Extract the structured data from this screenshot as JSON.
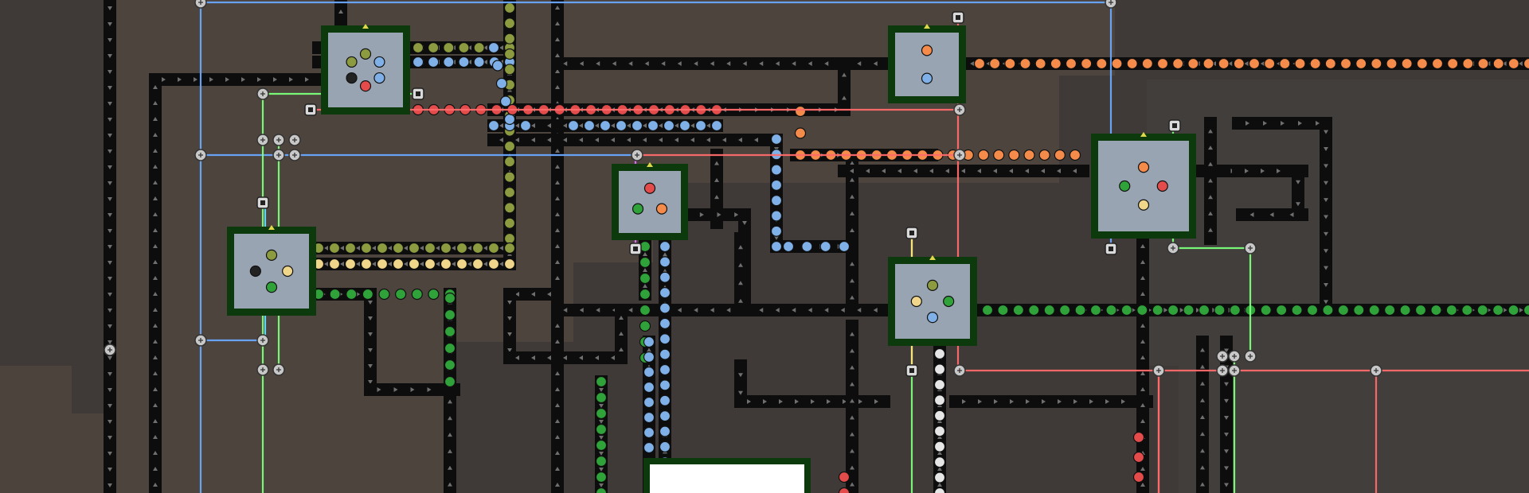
{
  "game": {
    "view": "factory-belt-layout",
    "colors": {
      "background": "#3f3a37",
      "ground_light": "#4a423d",
      "ground_dark": "#5a4c44",
      "belt": "#0d0d0d",
      "belt_arrow": "#6f6f6f",
      "machine_frame": "#0c3a0c",
      "machine_panel": "#98a4b2",
      "wire_blue": "#6aa8ff",
      "wire_red": "#ff6b6b",
      "wire_green": "#7cff7c",
      "wire_yellow": "#ffe27a",
      "wire_magenta": "#e66bff",
      "wire_cyan": "#62dcff",
      "item_blue": "#7fb1e8",
      "item_orange": "#f58b4a",
      "item_yellow": "#f0d68a",
      "item_green": "#2fa23a",
      "item_olive": "#8c9b40",
      "item_white": "#e6e6e6",
      "item_red": "#e44b4b"
    },
    "machines": [
      {
        "id": "machine-1",
        "items": [
          "olive-gear",
          "blue-drop",
          "blue-drop",
          "red-flask",
          "dark-orb",
          "olive-gear"
        ]
      },
      {
        "id": "machine-2",
        "items": [
          "orange-wrench",
          "blue-drop"
        ]
      },
      {
        "id": "machine-3",
        "items": [
          "red-flask",
          "orange-wrench",
          "green-ball"
        ]
      },
      {
        "id": "machine-4",
        "items": [
          "orange-wrench",
          "red-flask",
          "yellow-drop",
          "green-ball"
        ]
      },
      {
        "id": "machine-5",
        "items": [
          "olive-gear",
          "yellow-drop",
          "green-ball",
          "dark-orb"
        ]
      },
      {
        "id": "machine-6",
        "items": [
          "olive-gear",
          "green-ball",
          "blue-drop",
          "yellow-drop"
        ]
      },
      {
        "id": "machine-7",
        "items": []
      }
    ]
  }
}
